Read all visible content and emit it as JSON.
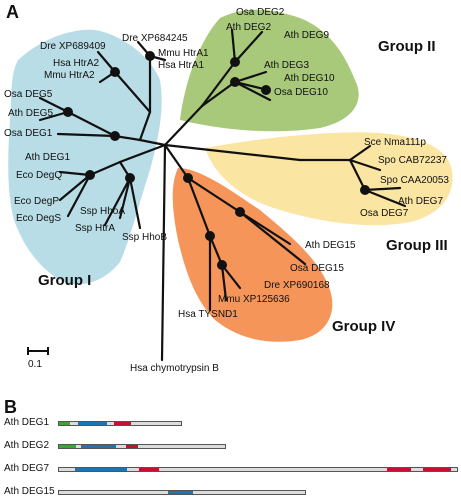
{
  "panels": {
    "a": "A",
    "b": "B"
  },
  "scale_bar": {
    "label": "0.1"
  },
  "groups": [
    {
      "id": "g1",
      "label": "Group I",
      "color": "#b9dde6"
    },
    {
      "id": "g2",
      "label": "Group II",
      "color": "#a9c97a"
    },
    {
      "id": "g3",
      "label": "Group III",
      "color": "#fbe5a3"
    },
    {
      "id": "g4",
      "label": "Group IV",
      "color": "#f5955a"
    }
  ],
  "root_label": "Hsa chymotrypsin B",
  "leaves": {
    "osa_deg2": "Osa DEG2",
    "ath_deg2": "Ath DEG2",
    "ath_deg9": "Ath DEG9",
    "ath_deg3": "Ath DEG3",
    "ath_deg10": "Ath DEG10",
    "osa_deg10": "Osa DEG10",
    "dre_xp684245": "Dre XP684245",
    "dre_xp689409": "Dre XP689409",
    "mmu_htra1": "Mmu HtrA1",
    "hsa_htra1": "Hsa HtrA1",
    "hsa_htra2": "Hsa HtrA2",
    "mmu_htra2": "Mmu HtrA2",
    "osa_deg5": "Osa DEG5",
    "ath_deg5": "Ath DEG5",
    "osa_deg1": "Osa DEG1",
    "ath_deg1": "Ath DEG1",
    "eco_degq": "Eco DegQ",
    "eco_degp": "Eco DegP",
    "eco_degs": "Eco DegS",
    "ssp_hhoa": "Ssp HhoA",
    "ssp_htra": "Ssp HtrA",
    "ssp_hhob": "Ssp HhoB",
    "sce_nma111p": "Sce Nma111p",
    "spo_cab72237": "Spo CAB72237",
    "spo_caa20053": "Spo CAA20053",
    "ath_deg7": "Ath DEG7",
    "osa_deg7": "Osa DEG7",
    "ath_deg15": "Ath DEG15",
    "osa_deg15": "Osa DEG15",
    "dre_xp690168": "Dre XP690168",
    "mmu_xp125636": "Mmu XP125636",
    "hsa_tysnd1": "Hsa TYSND1"
  },
  "domain_colors": {
    "green": "#3aa635",
    "blue": "#1f73b0",
    "red": "#c8102e",
    "grey": "#dcdcdc"
  },
  "domain_rows": [
    {
      "name": "Ath DEG1",
      "length": 0.31,
      "segments": [
        {
          "color": "green",
          "start": 0.0,
          "end": 0.09
        },
        {
          "color": "blue",
          "start": 0.15,
          "end": 0.38
        },
        {
          "color": "red",
          "start": 0.44,
          "end": 0.58
        }
      ]
    },
    {
      "name": "Ath DEG2",
      "length": 0.42,
      "segments": [
        {
          "color": "green",
          "start": 0.0,
          "end": 0.1
        },
        {
          "color": "blue",
          "start": 0.13,
          "end": 0.34
        },
        {
          "color": "red",
          "start": 0.4,
          "end": 0.47
        }
      ]
    },
    {
      "name": "Ath DEG7",
      "length": 1.0,
      "segments": [
        {
          "color": "blue",
          "start": 0.04,
          "end": 0.17
        },
        {
          "color": "red",
          "start": 0.2,
          "end": 0.25
        },
        {
          "color": "red",
          "start": 0.82,
          "end": 0.88
        },
        {
          "color": "red",
          "start": 0.91,
          "end": 0.98
        }
      ]
    },
    {
      "name": "Ath DEG15",
      "length": 0.62,
      "segments": [
        {
          "color": "blue",
          "start": 0.44,
          "end": 0.54
        }
      ]
    }
  ]
}
